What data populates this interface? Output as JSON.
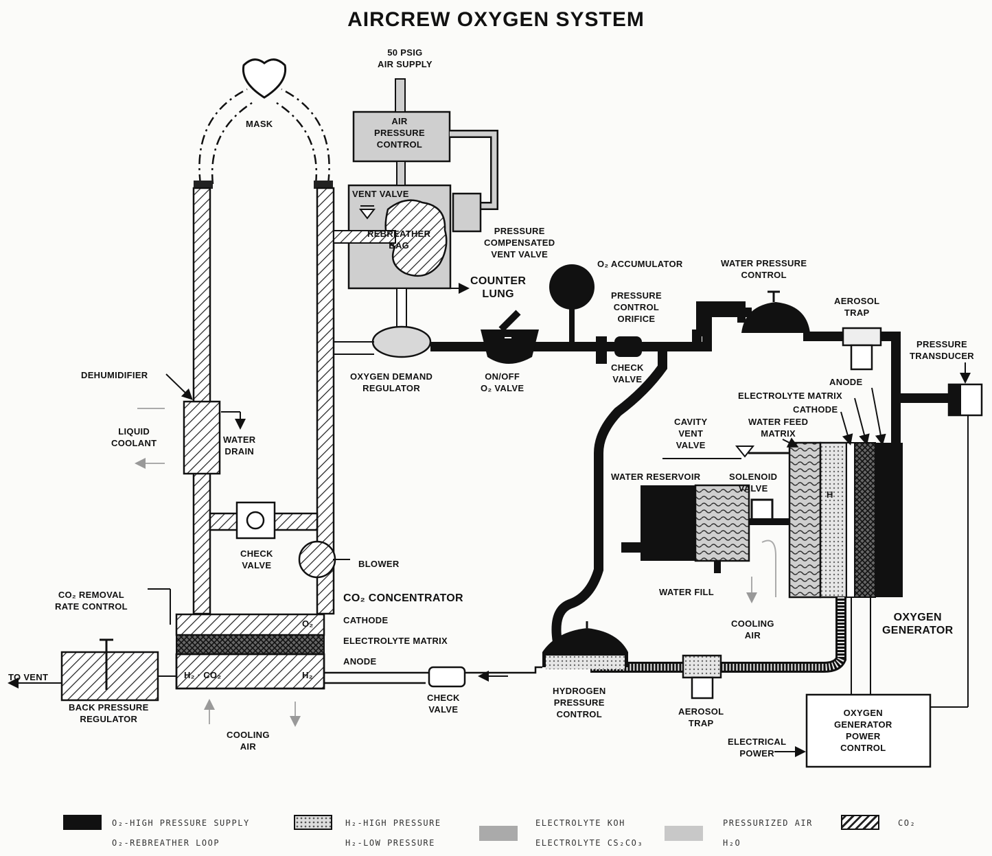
{
  "title": "AIRCREW OXYGEN SYSTEM",
  "labels": {
    "air_supply": [
      "50 PSIG",
      "AIR SUPPLY"
    ],
    "air_pressure_control": [
      "AIR",
      "PRESSURE",
      "CONTROL"
    ],
    "mask": "MASK",
    "vent_valve": "VENT VALVE",
    "rebreather_bag": [
      "REBREATHER",
      "BAG"
    ],
    "pressure_compensated_vent_valve": [
      "PRESSURE",
      "COMPENSATED",
      "VENT VALVE"
    ],
    "counter_lung": [
      "COUNTER",
      "LUNG"
    ],
    "o2_accumulator": "O₂ ACCUMULATOR",
    "pressure_control_orifice": [
      "PRESSURE",
      "CONTROL",
      "ORIFICE"
    ],
    "water_pressure_control": [
      "WATER PRESSURE",
      "CONTROL"
    ],
    "aerosol_trap_top": [
      "AEROSOL",
      "TRAP"
    ],
    "pressure_transducer": [
      "PRESSURE",
      "TRANSDUCER"
    ],
    "oxygen_demand_regulator": [
      "OXYGEN DEMAND",
      "REGULATOR"
    ],
    "on_off_valve": [
      "ON/OFF",
      "O₂ VALVE"
    ],
    "check_valve_top": [
      "CHECK",
      "VALVE"
    ],
    "dehumidifier": "DEHUMIDIFIER",
    "liquid_coolant": [
      "LIQUID",
      "COOLANT"
    ],
    "water_drain": [
      "WATER",
      "DRAIN"
    ],
    "anode": "ANODE",
    "electrolyte_matrix_right": "ELECTROLYTE MATRIX",
    "cathode_right": "CATHODE",
    "cavity_vent_valve": [
      "CAVITY",
      "VENT",
      "VALVE"
    ],
    "water_feed_matrix": [
      "WATER FEED",
      "MATRIX"
    ],
    "water_reservoir": "WATER RESERVOIR",
    "solenoid_valve": [
      "SOLENOID",
      "VALVE"
    ],
    "h_mark": "H",
    "check_valve_mid": [
      "CHECK",
      "VALVE"
    ],
    "blower": "BLOWER",
    "water_fill": "WATER FILL",
    "cooling_air_right": [
      "COOLING",
      "AIR"
    ],
    "oxygen_generator": [
      "OXYGEN",
      "GENERATOR"
    ],
    "co2_removal": [
      "CO₂ REMOVAL",
      "RATE CONTROL"
    ],
    "co2_concentrator": "CO₂ CONCENTRATOR",
    "cathode_left": "CATHODE",
    "electrolyte_matrix_left": "ELECTROLYTE MATRIX",
    "anode_left": "ANODE",
    "o2_small": "O₂",
    "h2_co2": "H₂ · CO₂",
    "h2_small": "H₂",
    "to_vent": "TO VENT",
    "back_pressure_regulator": [
      "BACK PRESSURE",
      "REGULATOR"
    ],
    "check_valve_bottom": [
      "CHECK",
      "VALVE"
    ],
    "hydrogen_pressure_control": [
      "HYDROGEN",
      "PRESSURE",
      "CONTROL"
    ],
    "aerosol_trap_bottom": [
      "AEROSOL",
      "TRAP"
    ],
    "cooling_air_bottom": [
      "COOLING",
      "AIR"
    ],
    "electrical_power": [
      "ELECTRICAL",
      "POWER"
    ],
    "oxygen_generator_power_control": [
      "OXYGEN",
      "GENERATOR",
      "POWER",
      "CONTROL"
    ]
  },
  "legend": [
    {
      "pattern": "solid-black",
      "label": "O₂-HIGH PRESSURE SUPPLY"
    },
    {
      "pattern": "blank",
      "label": "O₂-REBREATHER LOOP"
    },
    {
      "pattern": "dots",
      "label": "H₂-HIGH PRESSURE"
    },
    {
      "pattern": "blank",
      "label": "H₂-LOW PRESSURE"
    },
    {
      "pattern": "grey",
      "label": "ELECTROLYTE KOH"
    },
    {
      "pattern": "blank",
      "label": "ELECTROLYTE CS₂CO₃"
    },
    {
      "pattern": "light-grey",
      "label": "PRESSURIZED AIR"
    },
    {
      "pattern": "blank",
      "label": "H₂O"
    },
    {
      "pattern": "hatch",
      "label": "CO₂"
    }
  ]
}
